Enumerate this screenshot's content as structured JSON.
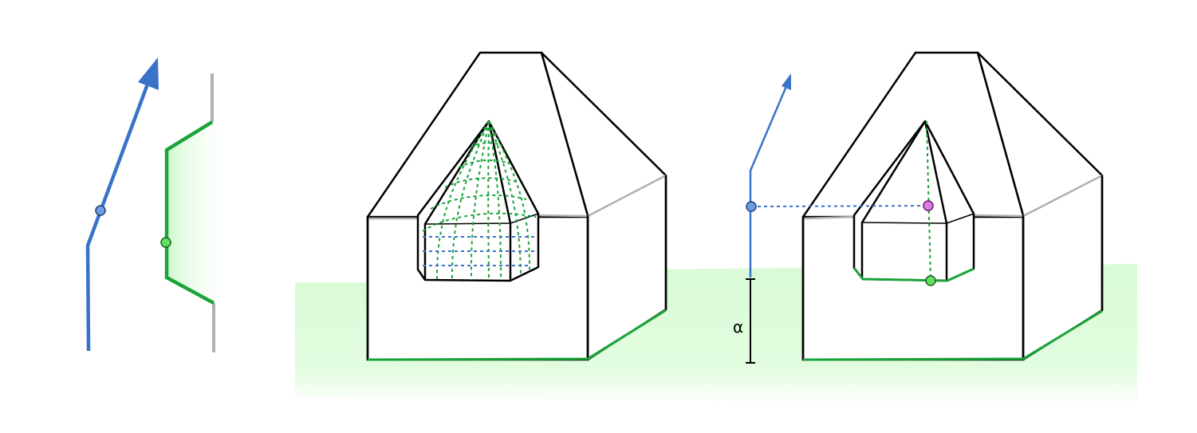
{
  "figure": {
    "alpha_label": "α",
    "colors": {
      "ground": "#d9fbd6",
      "profile_blue": "#3a72c9",
      "profile_green": "#1aa33a",
      "guide_gray": "#b0b0b0",
      "edge": "#000000",
      "point_blue": "#6e9ce3",
      "point_green": "#5fe35f",
      "point_magenta": "#d97be0",
      "dotted_green": "#1aa33a",
      "dotted_blue": "#3a72c9"
    },
    "panels": [
      {
        "id": "profiles",
        "label": ""
      },
      {
        "id": "house-grid",
        "label": ""
      },
      {
        "id": "house-projection",
        "label": ""
      }
    ]
  }
}
